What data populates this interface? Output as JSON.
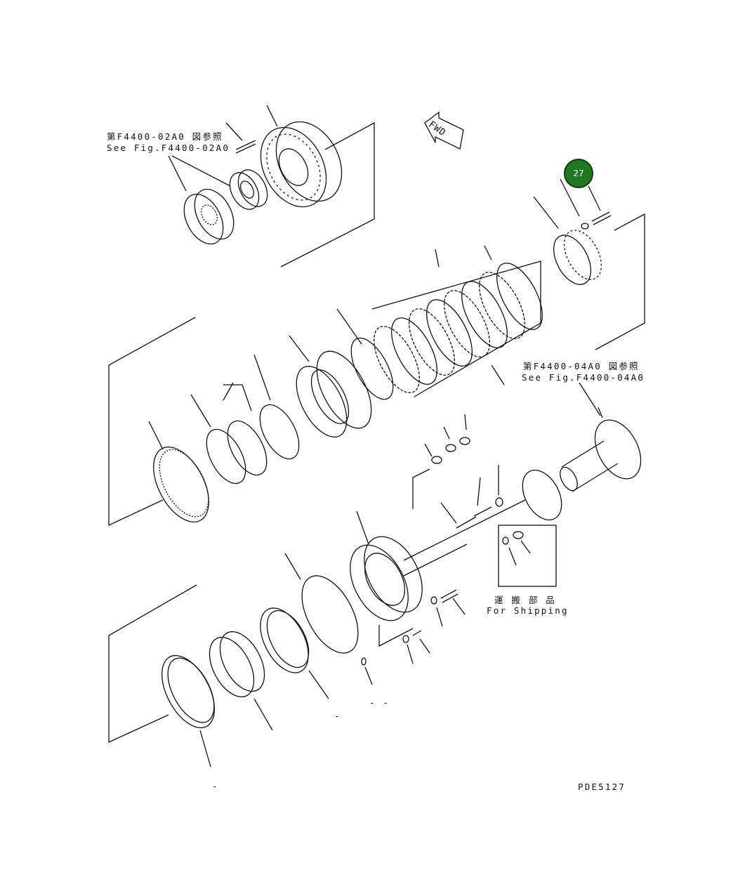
{
  "ref_top": {
    "ja": "第F4400-02A0 図参照",
    "en": "See Fig.F4400-02A0"
  },
  "ref_right": {
    "ja": "第F4400-04A0 図参照",
    "en": "See Fig.F4400-04A0"
  },
  "shipping": {
    "ja": "運 搬 部 品",
    "en": "For Shipping"
  },
  "fwd_label": "FWD",
  "callout": {
    "number": "27",
    "color": "#1f7a1f"
  },
  "drawing_code": "PDE5127",
  "stray_marks": [
    "- -",
    "-",
    "-"
  ]
}
